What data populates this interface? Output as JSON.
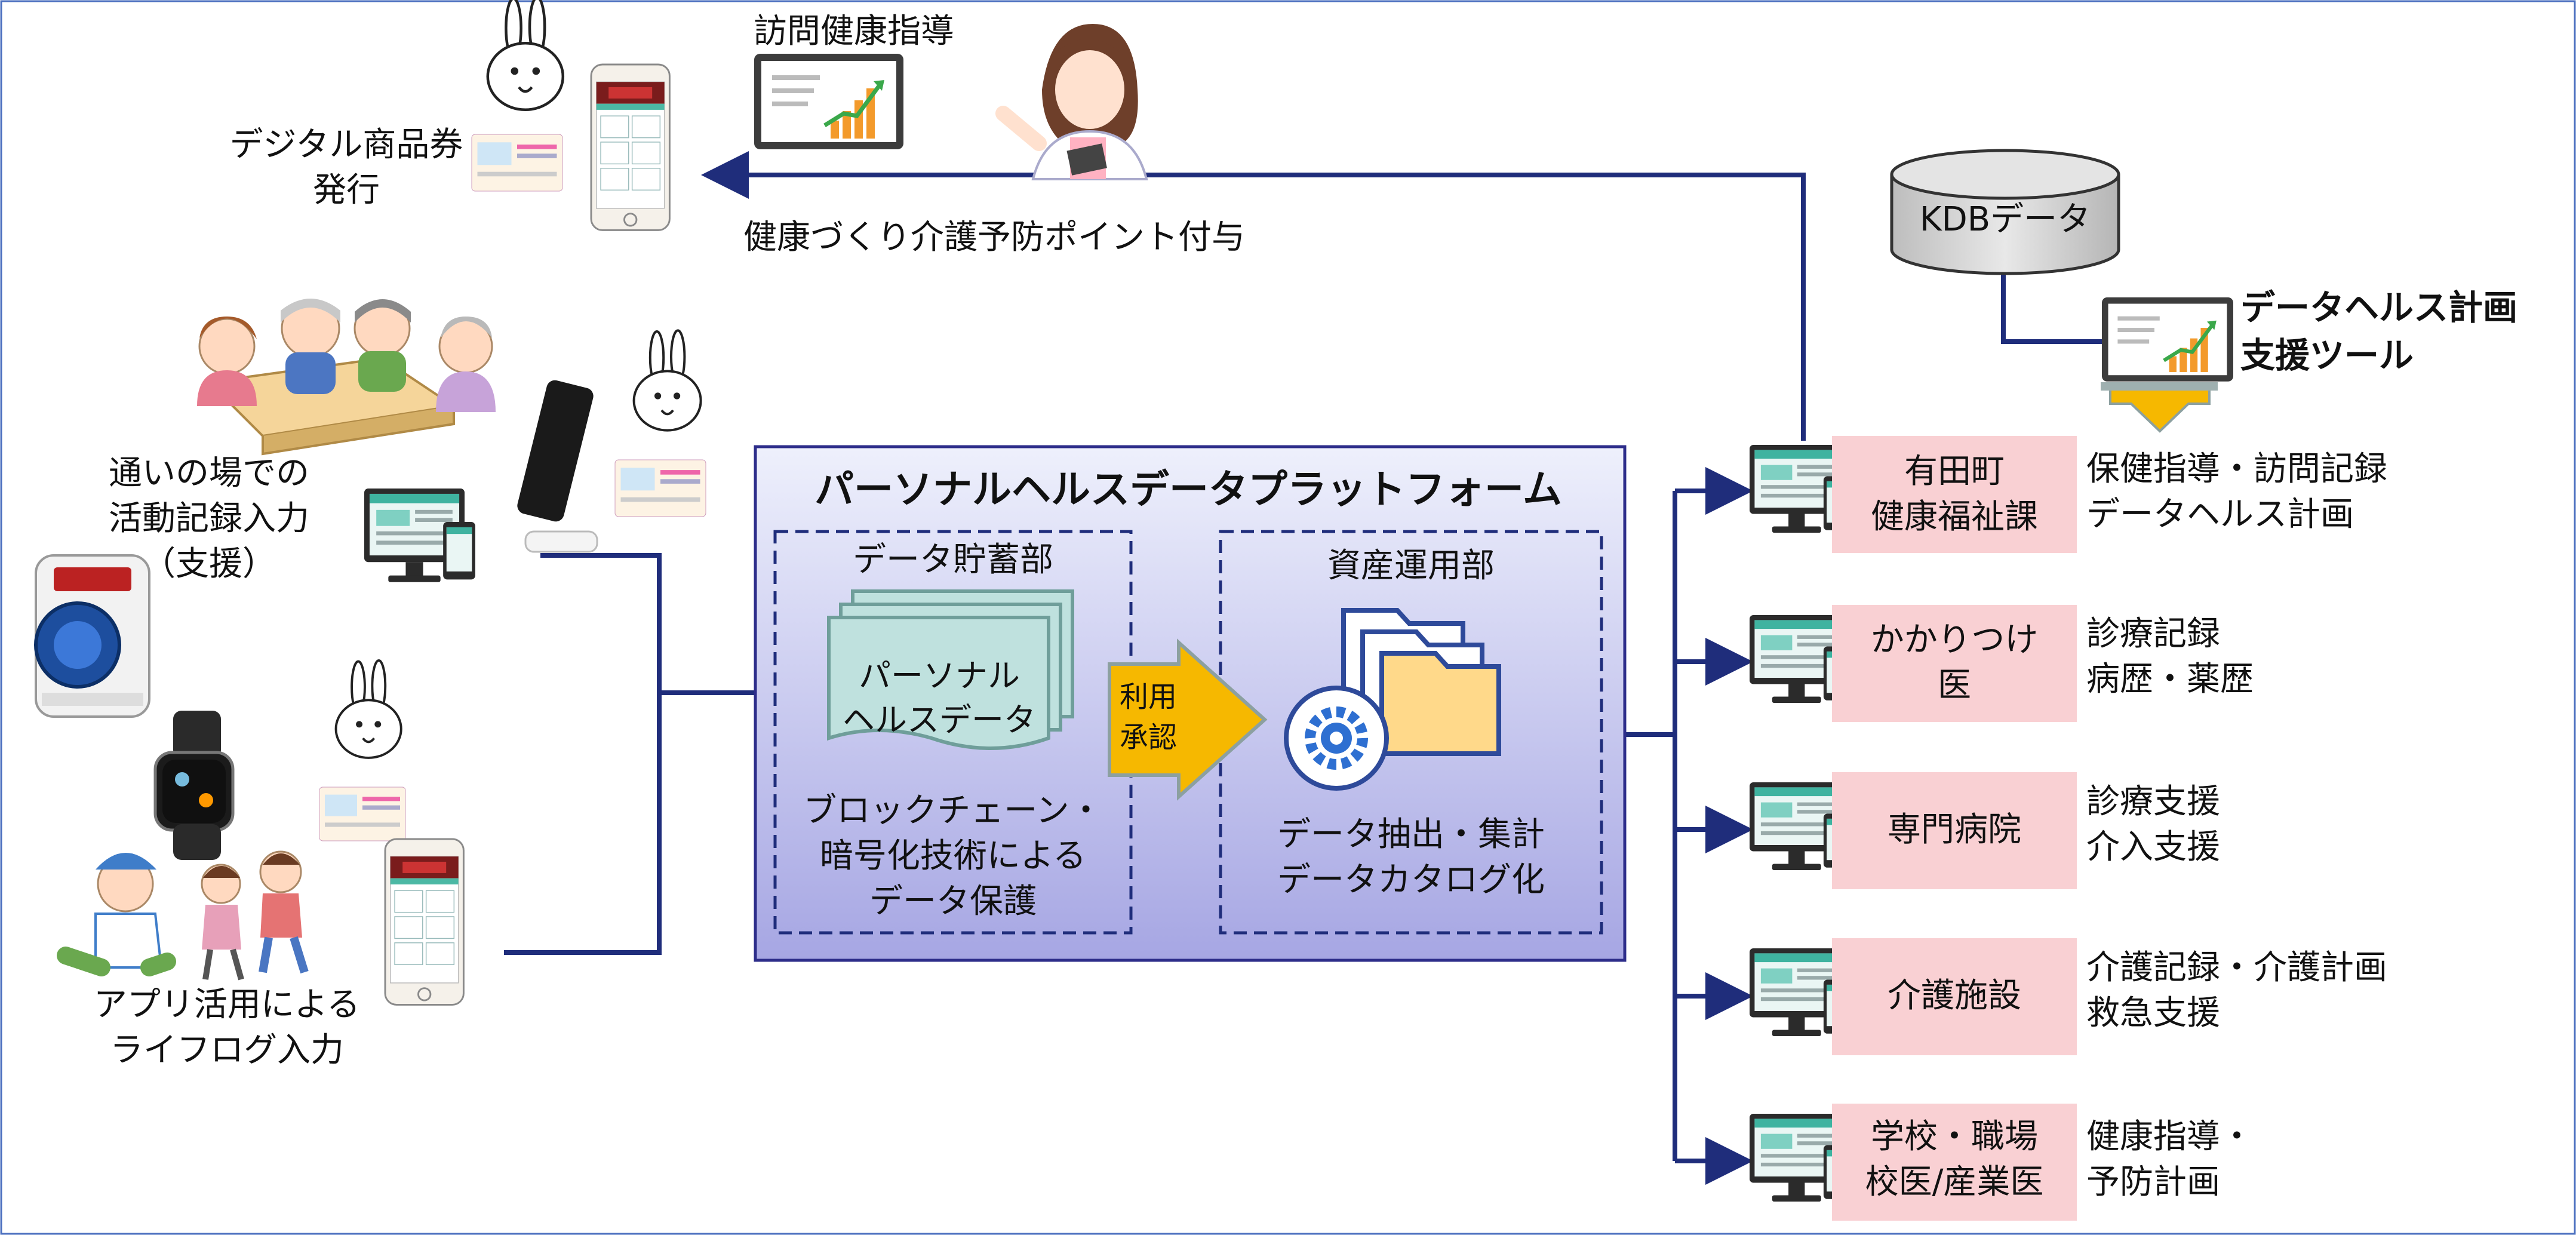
{
  "left": {
    "digital_voucher": "デジタル商品券\n発行",
    "home_visit": "訪問健康指導",
    "points": "健康づくり介護予防ポイント付与",
    "gathering": "通いの場での\n活動記録入力\n（支援）",
    "app": "アプリ活用による\nライフログ入力"
  },
  "platform": {
    "title": "パーソナルヘルスデータプラットフォーム",
    "storage_title": "データ貯蓄部",
    "doc_label": "パーソナル\nヘルスデータ",
    "storage_desc": "ブロックチェーン・\n暗号化技術による\nデータ保護",
    "approval": "利用\n承認",
    "asset_title": "資産運用部",
    "asset_desc": "データ抽出・集計\nデータカタログ化"
  },
  "kdb": {
    "label": "KDBデータ",
    "tool": "データヘルス計画\n支援ツール"
  },
  "recipients": [
    {
      "name": "有田町\n健康福祉課",
      "desc": "保健指導・訪問記録\nデータヘルス計画"
    },
    {
      "name": "かかりつけ\n医",
      "desc": "診療記録\n病歴・薬歴"
    },
    {
      "name": "専門病院",
      "desc": "診療支援\n介入支援"
    },
    {
      "name": "介護施設",
      "desc": "介護記録・介護計画\n救急支援"
    },
    {
      "name": "学校・職場\n校医/産業医",
      "desc": "健康指導・\n予防計画"
    }
  ],
  "colors": {
    "line": "#1f2d7b",
    "panel_top": "#eceefb",
    "panel_bottom": "#a9a9e6",
    "doc": "#bfe1de",
    "doc_edge": "#6f9e9a",
    "arrow": "#f6b800",
    "pink": "#f9d0d3",
    "folder": "#ffd98a"
  }
}
